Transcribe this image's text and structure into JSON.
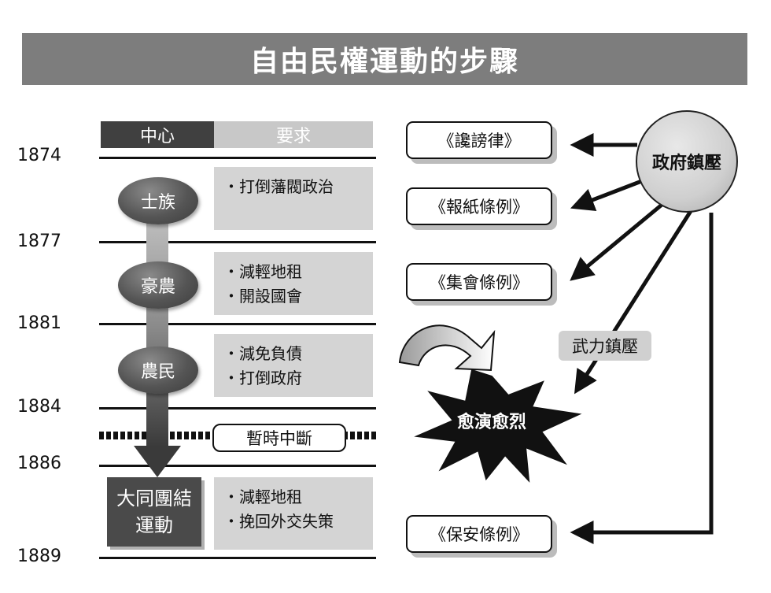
{
  "title": "自由民權運動的步驟",
  "timeline": {
    "header_center": "中心",
    "header_demand": "要求",
    "years": [
      "1874",
      "1877",
      "1881",
      "1884",
      "1886",
      "1889"
    ],
    "phases": [
      {
        "center": "士族",
        "demands": [
          "・打倒藩閥政治"
        ]
      },
      {
        "center": "豪農",
        "demands": [
          "・減輕地租",
          "・開設國會"
        ]
      },
      {
        "center": "農民",
        "demands": [
          "・減免負債",
          "・打倒政府"
        ]
      }
    ],
    "pause_label": "暫時中斷",
    "final": {
      "center_line1": "大同團結",
      "center_line2": "運動",
      "demands": [
        "・減輕地租",
        "・挽回外交失策"
      ]
    }
  },
  "government": {
    "label": "政府鎮壓",
    "laws": [
      "《讒謗律》",
      "《報紙條例》",
      "《集會條例》",
      "《保安條例》"
    ],
    "force_label": "武力鎮壓",
    "escalation_label": "愈演愈烈"
  }
}
